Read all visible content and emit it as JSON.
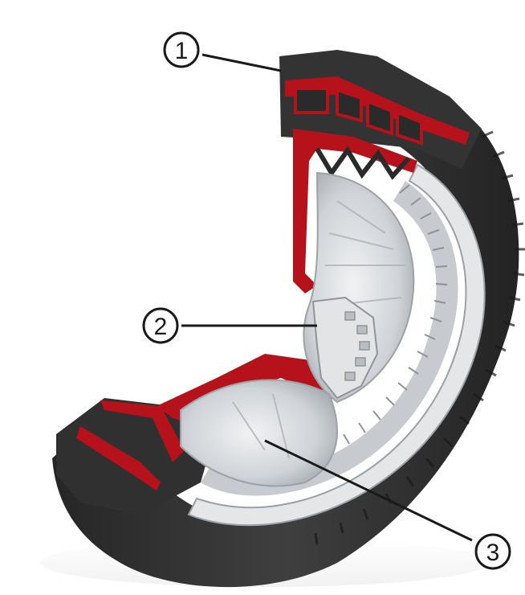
{
  "callouts": [
    {
      "label": "1"
    },
    {
      "label": "2"
    },
    {
      "label": "3"
    }
  ],
  "colors": {
    "tire_dark": "#2e2e2e",
    "tire_mid": "#3c3c3c",
    "rim_red": "#b5121b",
    "gear_light": "#d9dcdf",
    "gear_mid": "#b9bec3",
    "background": "#ffffff"
  },
  "icons": [
    "wheel-cutaway-illustration"
  ]
}
